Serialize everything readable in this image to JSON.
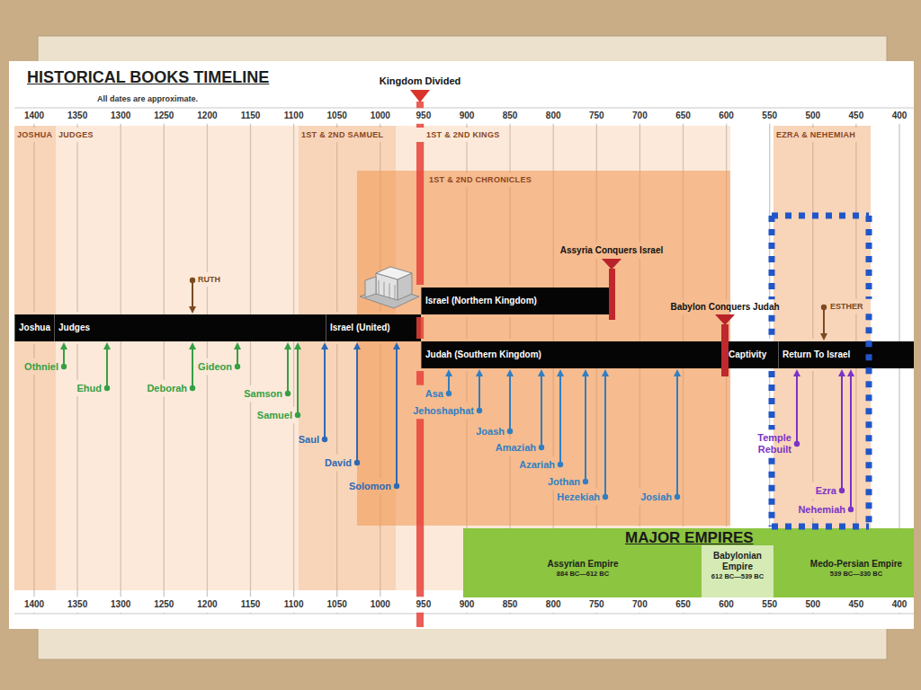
{
  "diagram": {
    "title": "HISTORICAL BOOKS TIMELINE",
    "nodes": [
      {
        "text": [
          "JOSHUA"
        ]
      },
      {
        "text": [
          "JUDGES"
        ]
      },
      {
        "text": [
          "1ST & 2ND SAMUEL"
        ]
      },
      {
        "text": [
          "1ST & 2ND KINGS"
        ]
      },
      {
        "text": [
          "1ST & 2ND CHRONICLES"
        ]
      },
      {
        "text": [
          "EZRA & NEHEMIAH"
        ]
      },
      {
        "text": [
          "Joshua"
        ]
      },
      {
        "text": [
          "Judges"
        ]
      },
      {
        "text": [
          "Israel (United)"
        ]
      },
      {
        "text": [
          "Israel (Northern Kingdom)"
        ]
      },
      {
        "text": [
          "Judah (Southern Kingdom)"
        ]
      },
      {
        "text": [
          "Captivity"
        ]
      },
      {
        "text": [
          "Return To Israel"
        ]
      },
      {
        "text": [
          "MAJOR EMPIRES"
        ]
      },
      {
        "text": [
          "Assyrian Empire",
          "884 BC—612 BC"
        ],
        "in": 13
      },
      {
        "text": [
          "Babylonian Empire",
          "612 BC—539 BC"
        ],
        "in": 13
      },
      {
        "text": [
          "Medo-Persian Empire",
          "539 BC—330 BC"
        ],
        "in": 13
      }
    ],
    "labels": [
      "All dates are approximate.",
      "Kingdom Divided",
      "1400",
      "1350",
      "1300",
      "1250",
      "1200",
      "1150",
      "1100",
      "1050",
      "1000",
      "950",
      "900",
      "850",
      "800",
      "750",
      "700",
      "650",
      "600",
      "550",
      "500",
      "450",
      "400",
      "RUTH",
      "Assyria Conquers Israel",
      "Babylon Conquers Judah",
      "ESTHER",
      "Othniel",
      "Ehud",
      "Deborah",
      "Gideon",
      "Samson",
      "Samuel",
      "Saul",
      "David",
      "Solomon",
      "Asa",
      "Jehoshaphat",
      "Joash",
      "Amaziah",
      "Azariah",
      "Jothan",
      "Hezekiah",
      "Josiah",
      "Temple Rebuilt",
      "Ezra",
      "Nehemiah",
      "1400",
      "1350",
      "1300",
      "1250",
      "1200",
      "1150",
      "1100",
      "1050",
      "1000",
      "950",
      "900",
      "850",
      "800",
      "750",
      "700",
      "650",
      "600",
      "550",
      "500",
      "450",
      "400"
    ]
  }
}
